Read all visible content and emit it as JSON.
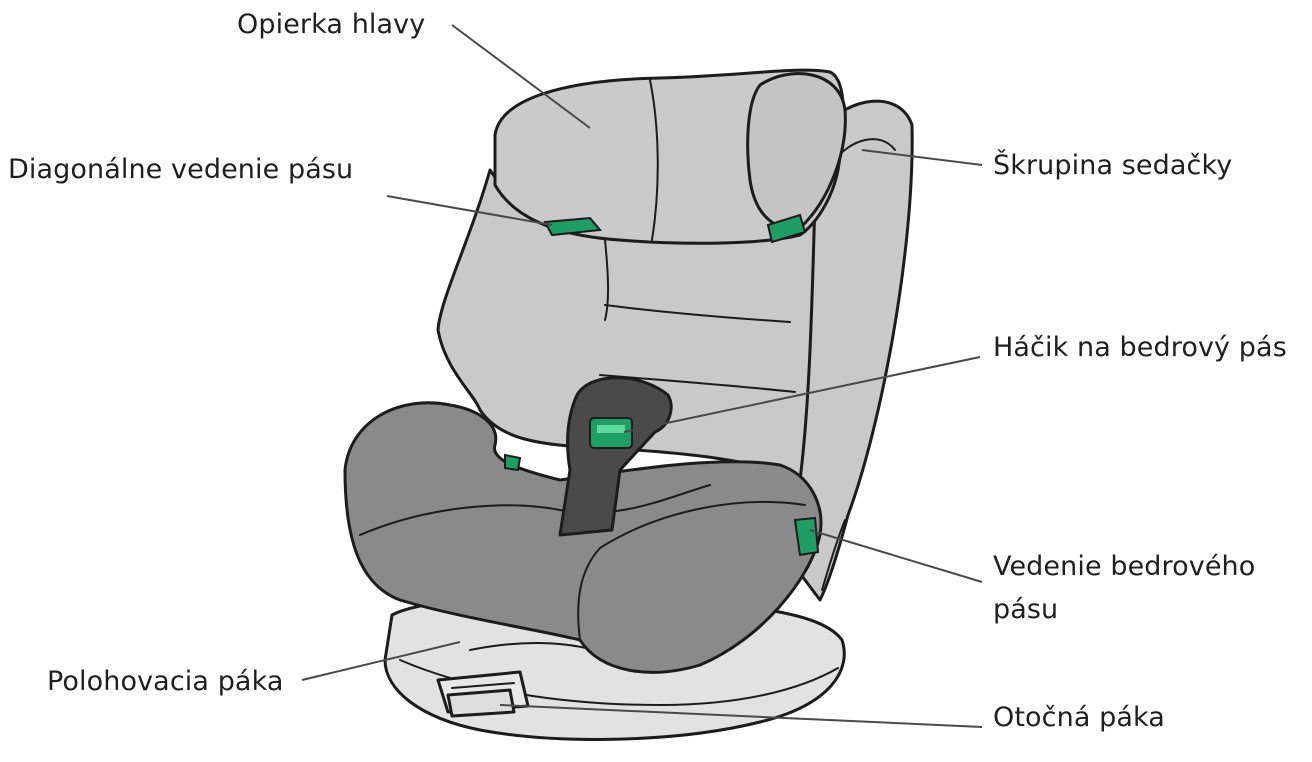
{
  "labels": {
    "headrest": "Opierka hlavy",
    "diagonal_belt_guide": "Diagonálne vedenie pásu",
    "seat_shell": "Škrupina sedačky",
    "lap_belt_hook": "Háčik na bedrový pás",
    "lap_belt_guide_line1": "Vedenie bedrového",
    "lap_belt_guide_line2": "pásu",
    "recline_lever": "Polohovacia páka",
    "rotation_lever": "Otočná páka"
  },
  "colors": {
    "light_fabric": "#c9c9c9",
    "dark_fabric": "#7f7f7f",
    "base": "#e4e4e4",
    "belt_clip": "#1f9e63",
    "outline": "#1c1c1c"
  }
}
